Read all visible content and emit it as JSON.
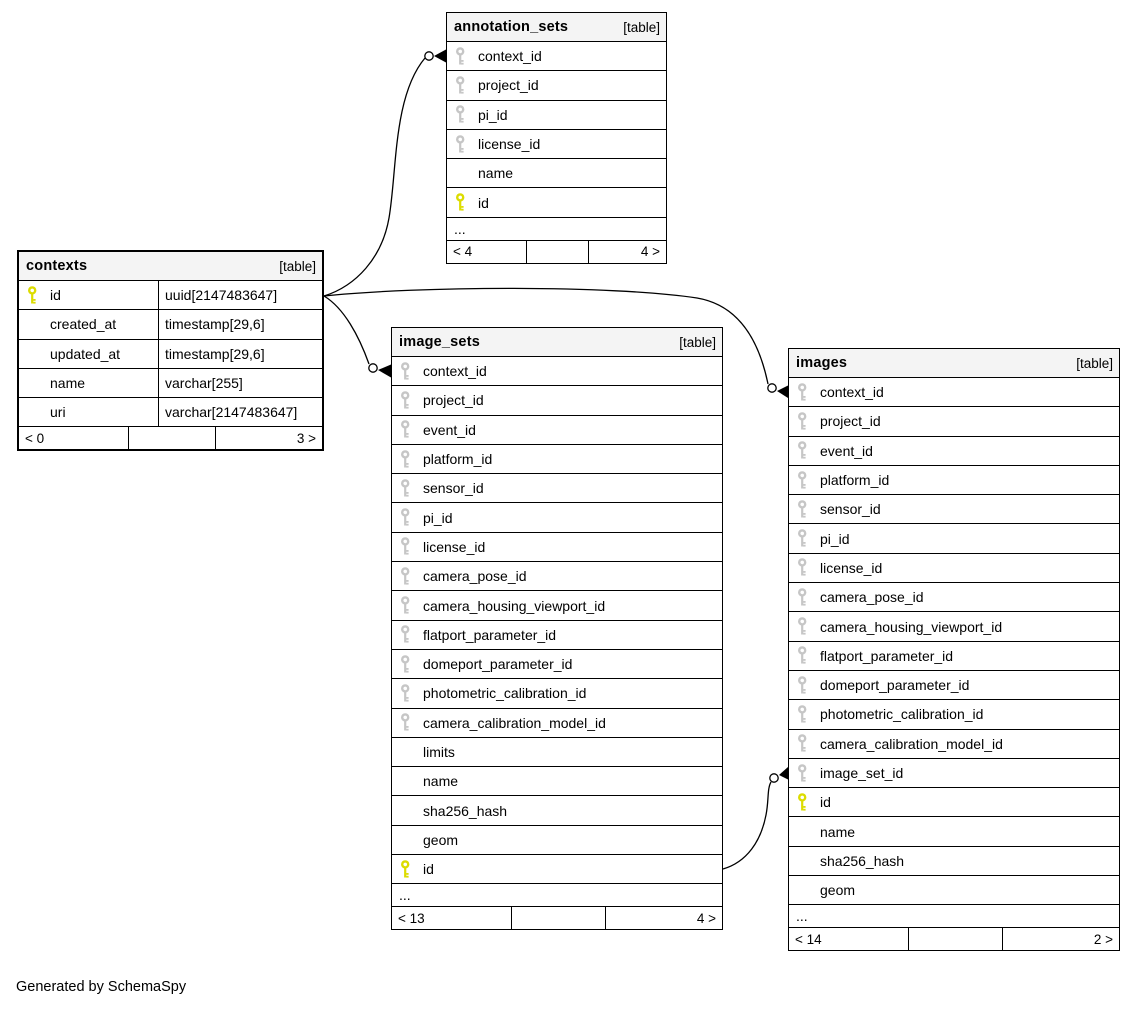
{
  "diagram": {
    "credit": "Generated by SchemaSpy",
    "colors": {
      "primary_key": "#dcdc00",
      "foreign_key": "#c6c6c6",
      "header_bg": "#f4f4f4",
      "border": "#000000"
    },
    "tables": [
      {
        "id": "annotation_sets",
        "name": "annotation_sets",
        "badge": "[table]",
        "columns": [
          {
            "name": "context_id",
            "key": "fk"
          },
          {
            "name": "project_id",
            "key": "fk"
          },
          {
            "name": "pi_id",
            "key": "fk"
          },
          {
            "name": "license_id",
            "key": "fk"
          },
          {
            "name": "name",
            "key": ""
          },
          {
            "name": "id",
            "key": "pk"
          }
        ],
        "ellipsis": "...",
        "footer": {
          "left": "< 4",
          "mid": "",
          "right": "4 >"
        }
      },
      {
        "id": "contexts",
        "name": "contexts",
        "badge": "[table]",
        "columns": [
          {
            "name": "id",
            "key": "pk",
            "type": "uuid[2147483647]"
          },
          {
            "name": "created_at",
            "key": "",
            "type": "timestamp[29,6]"
          },
          {
            "name": "updated_at",
            "key": "",
            "type": "timestamp[29,6]"
          },
          {
            "name": "name",
            "key": "",
            "type": "varchar[255]"
          },
          {
            "name": "uri",
            "key": "",
            "type": "varchar[2147483647]"
          }
        ],
        "ellipsis": "",
        "footer": {
          "left": "< 0",
          "mid": "",
          "right": "3 >"
        }
      },
      {
        "id": "image_sets",
        "name": "image_sets",
        "badge": "[table]",
        "columns": [
          {
            "name": "context_id",
            "key": "fk"
          },
          {
            "name": "project_id",
            "key": "fk"
          },
          {
            "name": "event_id",
            "key": "fk"
          },
          {
            "name": "platform_id",
            "key": "fk"
          },
          {
            "name": "sensor_id",
            "key": "fk"
          },
          {
            "name": "pi_id",
            "key": "fk"
          },
          {
            "name": "license_id",
            "key": "fk"
          },
          {
            "name": "camera_pose_id",
            "key": "fk"
          },
          {
            "name": "camera_housing_viewport_id",
            "key": "fk"
          },
          {
            "name": "flatport_parameter_id",
            "key": "fk"
          },
          {
            "name": "domeport_parameter_id",
            "key": "fk"
          },
          {
            "name": "photometric_calibration_id",
            "key": "fk"
          },
          {
            "name": "camera_calibration_model_id",
            "key": "fk"
          },
          {
            "name": "limits",
            "key": ""
          },
          {
            "name": "name",
            "key": ""
          },
          {
            "name": "sha256_hash",
            "key": ""
          },
          {
            "name": "geom",
            "key": ""
          },
          {
            "name": "id",
            "key": "pk"
          }
        ],
        "ellipsis": "...",
        "footer": {
          "left": "< 13",
          "mid": "",
          "right": "4 >"
        }
      },
      {
        "id": "images",
        "name": "images",
        "badge": "[table]",
        "columns": [
          {
            "name": "context_id",
            "key": "fk"
          },
          {
            "name": "project_id",
            "key": "fk"
          },
          {
            "name": "event_id",
            "key": "fk"
          },
          {
            "name": "platform_id",
            "key": "fk"
          },
          {
            "name": "sensor_id",
            "key": "fk"
          },
          {
            "name": "pi_id",
            "key": "fk"
          },
          {
            "name": "license_id",
            "key": "fk"
          },
          {
            "name": "camera_pose_id",
            "key": "fk"
          },
          {
            "name": "camera_housing_viewport_id",
            "key": "fk"
          },
          {
            "name": "flatport_parameter_id",
            "key": "fk"
          },
          {
            "name": "domeport_parameter_id",
            "key": "fk"
          },
          {
            "name": "photometric_calibration_id",
            "key": "fk"
          },
          {
            "name": "camera_calibration_model_id",
            "key": "fk"
          },
          {
            "name": "image_set_id",
            "key": "fk"
          },
          {
            "name": "id",
            "key": "pk"
          },
          {
            "name": "name",
            "key": ""
          },
          {
            "name": "sha256_hash",
            "key": ""
          },
          {
            "name": "geom",
            "key": ""
          }
        ],
        "ellipsis": "...",
        "footer": {
          "left": "< 14",
          "mid": "",
          "right": "2 >"
        }
      }
    ],
    "relationships": [
      {
        "from": "contexts.id",
        "to": "annotation_sets.context_id"
      },
      {
        "from": "contexts.id",
        "to": "image_sets.context_id"
      },
      {
        "from": "contexts.id",
        "to": "images.context_id"
      },
      {
        "from": "image_sets.id",
        "to": "images.image_set_id"
      }
    ]
  }
}
